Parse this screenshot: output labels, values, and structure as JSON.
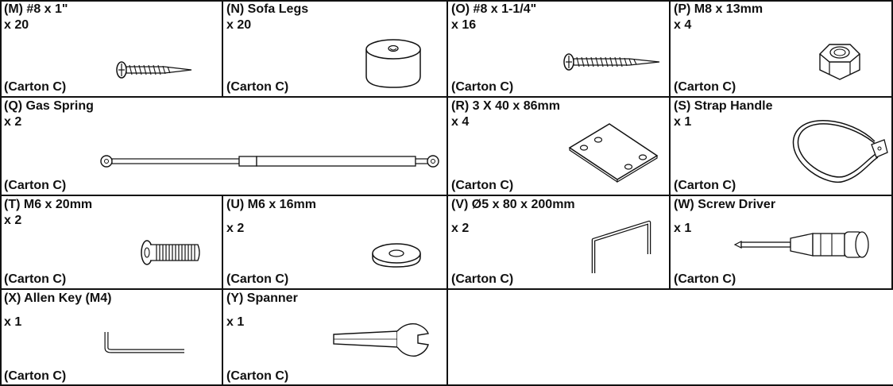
{
  "parts": {
    "M": {
      "name": "(M) #8 x 1\"",
      "qty": "x 20",
      "carton": "(Carton C)",
      "icon": "wood-screw-icon"
    },
    "N": {
      "name": "(N) Sofa Legs",
      "qty": "x 20",
      "carton": "(Carton C)",
      "icon": "sofa-leg-icon"
    },
    "O": {
      "name": "(O) #8 x 1-1/4\"",
      "qty": "x 16",
      "carton": "(Carton C)",
      "icon": "long-screw-icon"
    },
    "P": {
      "name": "(P) M8 x 13mm",
      "qty": "x 4",
      "carton": "(Carton C)",
      "icon": "lock-nut-icon"
    },
    "Q": {
      "name": "(Q) Gas Spring",
      "qty": "x 2",
      "carton": "(Carton C)",
      "icon": "gas-spring-icon"
    },
    "R": {
      "name": "(R) 3 X 40 x 86mm",
      "qty": "x 4",
      "carton": "(Carton C)",
      "icon": "mounting-plate-icon"
    },
    "S": {
      "name": "(S) Strap Handle",
      "qty": "x 1",
      "carton": "(Carton C)",
      "icon": "strap-handle-icon"
    },
    "T": {
      "name": "(T) M6 x 20mm",
      "qty": "x 2",
      "carton": "(Carton C)",
      "icon": "bolt-icon"
    },
    "U": {
      "name": "(U) M6 x 16mm",
      "qty": "x 2",
      "carton": "(Carton C)",
      "icon": "washer-icon"
    },
    "V": {
      "name": "(V) Ø5 x 80 x 200mm",
      "qty": "x 2",
      "carton": "(Carton C)",
      "icon": "bent-rod-icon"
    },
    "W": {
      "name": "(W) Screw Driver",
      "qty": "x 1",
      "carton": "(Carton C)",
      "icon": "screwdriver-icon"
    },
    "X": {
      "name": "(X) Allen Key (M4)",
      "qty": "x 1",
      "carton": "(Carton C)",
      "icon": "allen-key-icon"
    },
    "Y": {
      "name": "(Y) Spanner",
      "qty": "x 1",
      "carton": "(Carton C)",
      "icon": "spanner-icon"
    }
  }
}
